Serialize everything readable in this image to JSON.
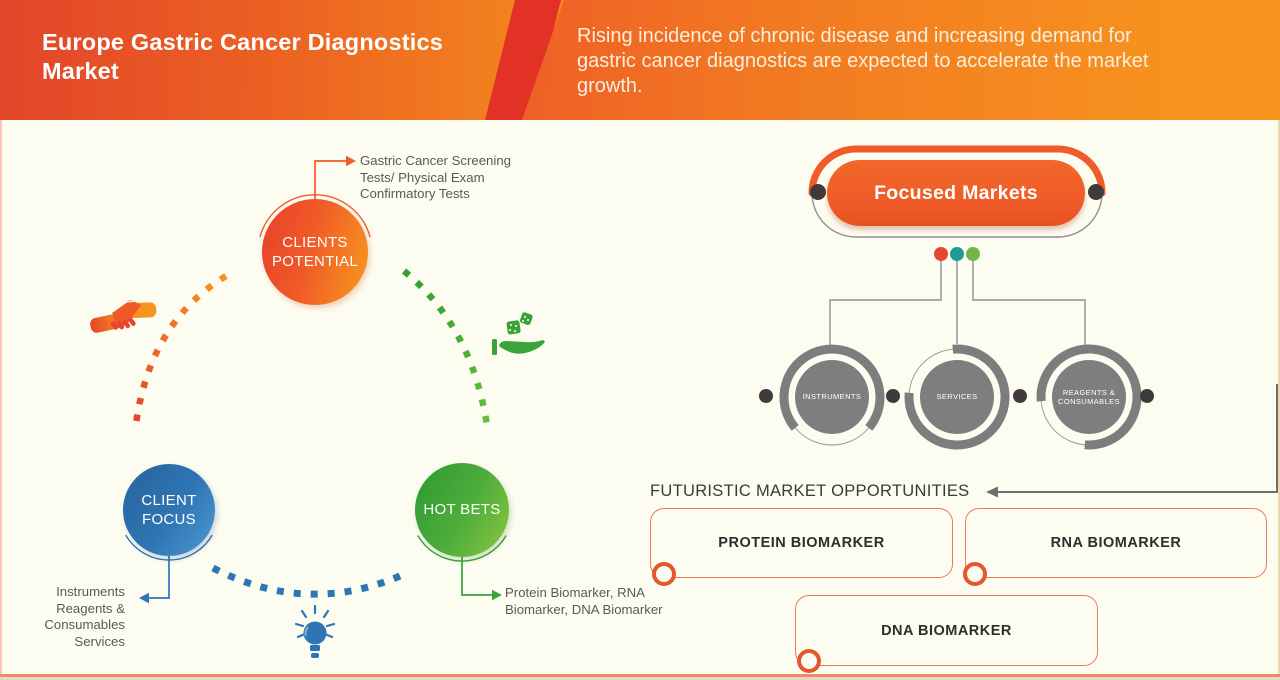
{
  "header": {
    "title": "Europe Gastric Cancer Diagnostics Market",
    "subtitle": "Rising incidence of chronic disease and increasing demand for gastric cancer diagnostics are expected to accelerate the market growth."
  },
  "strategy_map": {
    "clients_potential_label": "CLIENTS POTENTIAL",
    "clients_potential_note": "Gastric Cancer Screening Tests/ Physical Exam Confirmatory Tests",
    "client_focus_label": "CLIENT FOCUS",
    "client_focus_note": "Instruments Reagents & Consumables Services",
    "hot_bets_label": "HOT BETS",
    "hot_bets_note": "Protein Biomarker, RNA Biomarker, DNA Biomarker",
    "icons": {
      "handshake": "handshake-icon",
      "hand_with_dice": "hand-with-dice-icon",
      "lightbulb": "lightbulb-icon"
    }
  },
  "market_tree": {
    "root_label": "Focused Markets",
    "segments": [
      "INSTRUMENTS",
      "SERVICES",
      "REAGENTS & CONSUMABLES"
    ]
  },
  "opportunities": {
    "heading": "FUTURISTIC MARKET OPPORTUNITIES",
    "items": [
      "PROTEIN BIOMARKER",
      "RNA BIOMARKER",
      "DNA BIOMARKER"
    ]
  },
  "colors": {
    "header_red": "#e23b28",
    "header_orange": "#f7941e",
    "accent_orange": "#f15a29",
    "blue": "#2e75b5",
    "green": "#3aa33a",
    "segment_gray": "#7d7d7d",
    "dot_red": "#e8472f",
    "dot_teal": "#1e9b93",
    "dot_green": "#72b647",
    "background_cream": "#fdfcf1"
  }
}
